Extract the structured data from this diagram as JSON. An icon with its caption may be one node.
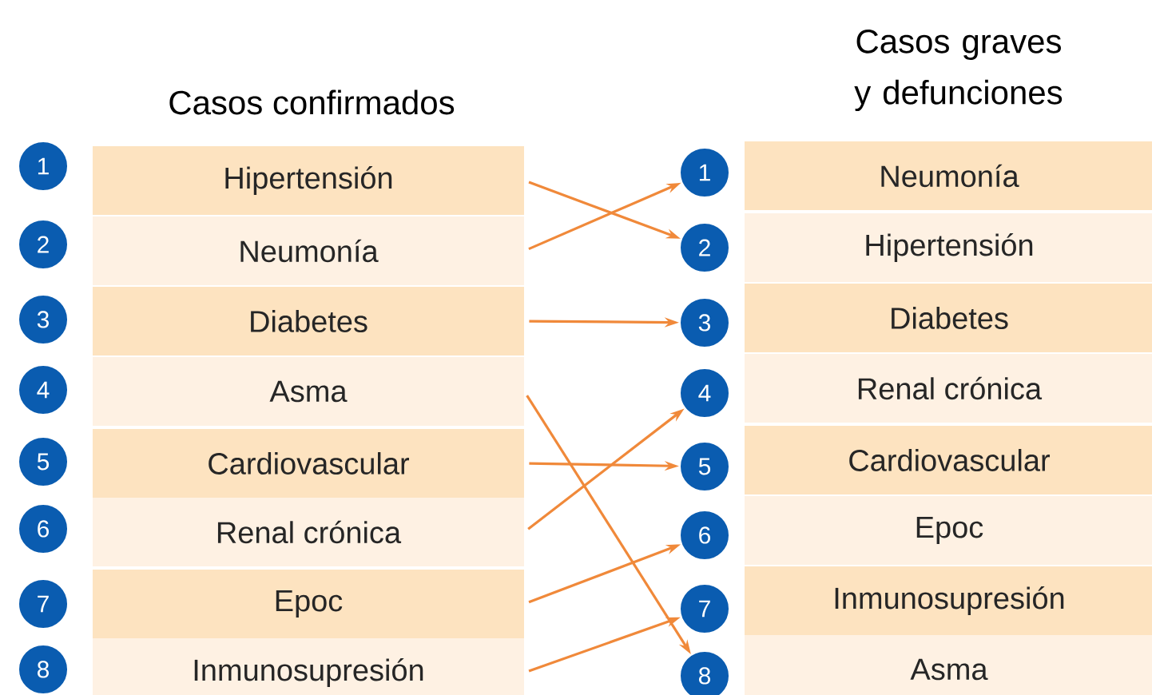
{
  "diagram": {
    "nodes": [
      {
        "text": [
          "1"
        ]
      },
      {
        "text": [
          "2"
        ]
      },
      {
        "text": [
          "3"
        ]
      },
      {
        "text": [
          "4"
        ]
      },
      {
        "text": [
          "5"
        ]
      },
      {
        "text": [
          "6"
        ]
      },
      {
        "text": [
          "7"
        ]
      },
      {
        "text": [
          "8"
        ]
      },
      {
        "text": [
          "Hipertensión"
        ]
      },
      {
        "text": [
          "Neumonía"
        ]
      },
      {
        "text": [
          "Diabetes"
        ]
      },
      {
        "text": [
          "Asma"
        ]
      },
      {
        "text": [
          "Cardiovascular"
        ]
      },
      {
        "text": [
          "Renal crónica"
        ]
      },
      {
        "text": [
          "Epoc"
        ]
      },
      {
        "text": [
          "Inmunosupresión"
        ]
      },
      {
        "text": [
          "1"
        ]
      },
      {
        "text": [
          "2"
        ]
      },
      {
        "text": [
          "3"
        ]
      },
      {
        "text": [
          "4"
        ]
      },
      {
        "text": [
          "5"
        ]
      },
      {
        "text": [
          "6"
        ]
      },
      {
        "text": [
          "7"
        ]
      },
      {
        "text": [
          "8"
        ]
      },
      {
        "text": [
          "Neumonía"
        ]
      },
      {
        "text": [
          "Hipertensión"
        ]
      },
      {
        "text": [
          "Diabetes"
        ]
      },
      {
        "text": [
          "Renal crónica"
        ]
      },
      {
        "text": [
          "Cardiovascular"
        ]
      },
      {
        "text": [
          "Epoc"
        ]
      },
      {
        "text": [
          "Inmunosupresión"
        ]
      },
      {
        "text": [
          "Asma"
        ]
      }
    ],
    "edges": [
      {
        "from": 8,
        "to": 17,
        "arrow": "to"
      },
      {
        "from": 9,
        "to": 16,
        "arrow": "to"
      },
      {
        "from": 10,
        "to": 18,
        "arrow": "to"
      },
      {
        "from": 11,
        "to": 23,
        "arrow": "to"
      },
      {
        "from": 12,
        "to": 20,
        "arrow": "to"
      },
      {
        "from": 13,
        "to": 19,
        "arrow": "to"
      },
      {
        "from": 14,
        "to": 21,
        "arrow": "to"
      },
      {
        "from": 15,
        "to": 22,
        "arrow": "to"
      }
    ],
    "labels": [
      "Casos graves y defunciones",
      "Casos confirmados"
    ]
  }
}
